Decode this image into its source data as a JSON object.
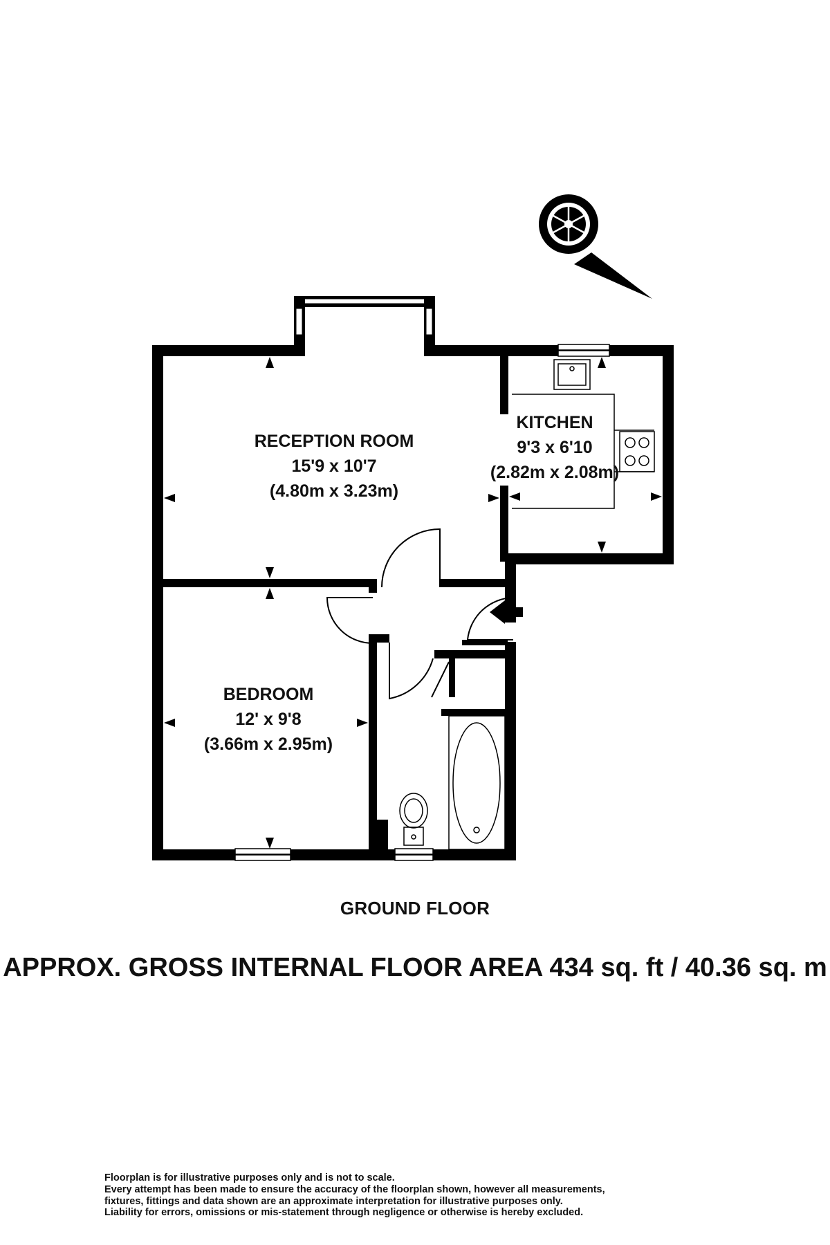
{
  "rooms": {
    "reception": {
      "name": "RECEPTION ROOM",
      "imperial": "15'9 x 10'7",
      "metric": "(4.80m x 3.23m)"
    },
    "kitchen": {
      "name": "KITCHEN",
      "imperial": "9'3 x 6'10",
      "metric": "(2.82m x 2.08m)"
    },
    "bedroom": {
      "name": "BEDROOM",
      "imperial": "12' x 9'8",
      "metric": "(3.66m x 2.95m)"
    }
  },
  "floor_label": "GROUND FLOOR",
  "area": "APPROX. GROSS INTERNAL FLOOR AREA 434 sq. ft / 40.36 sq. m",
  "disclaimer": [
    "Floorplan is for illustrative purposes only and is not to scale.",
    "Every attempt has been made to ensure the accuracy of the floorplan shown, however all measurements,",
    "fixtures, fittings and data shown are an approximate interpretation for illustrative purposes only.",
    "Liability for errors, omissions or mis-statement through negligence or otherwise is hereby excluded."
  ],
  "colors": {
    "wall": "#000000",
    "background": "#ffffff"
  },
  "icons": [
    "compass-icon",
    "entrance-arrow-icon",
    "sink-icon",
    "hob-icon",
    "bath-icon",
    "toilet-icon"
  ]
}
